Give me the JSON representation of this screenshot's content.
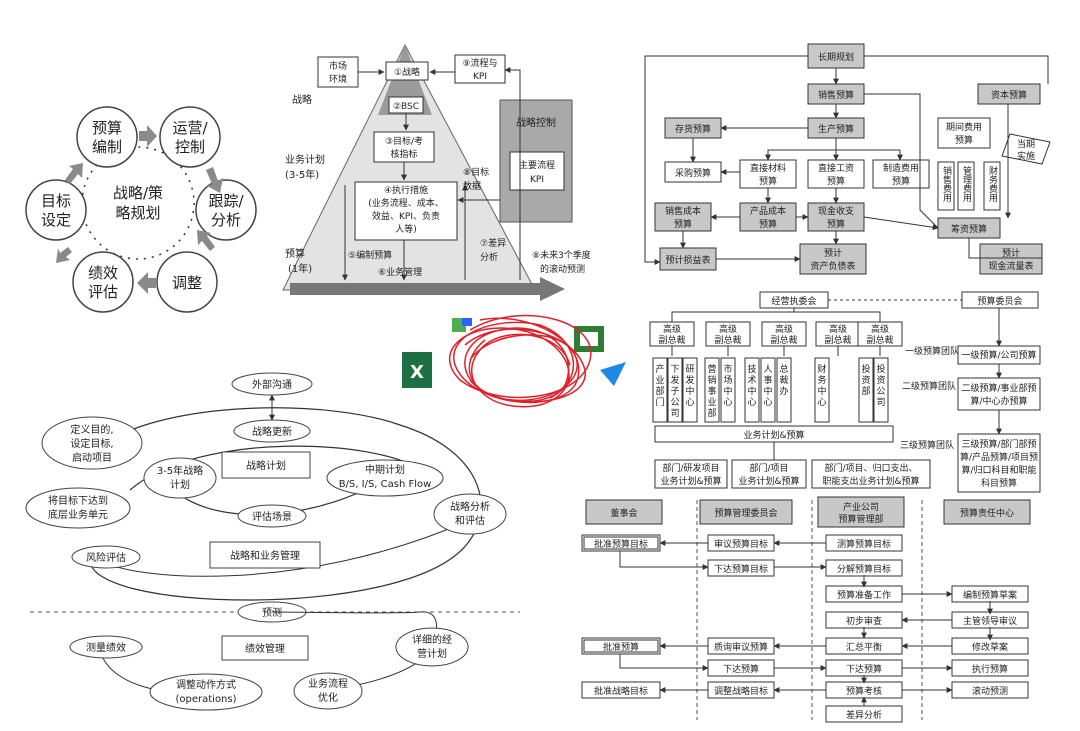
{
  "cycle": {
    "center": [
      "战略/策",
      "略规划"
    ],
    "nodes": [
      [
        "预算",
        "编制"
      ],
      [
        "运营/",
        "控制"
      ],
      [
        "跟踪/",
        "分析"
      ],
      [
        "调整"
      ],
      [
        "绩效",
        "评估"
      ],
      [
        "目标",
        "设定"
      ]
    ]
  },
  "pyramid": {
    "left_labels": {
      "strategy": "战略",
      "business_plan": "业务计划",
      "business_plan_years": "(3-5年)",
      "budget": "预算",
      "budget_years": "(1年)"
    },
    "market": [
      "市场",
      "环境"
    ],
    "process_kpi": [
      "⑨流程与",
      "KPI"
    ],
    "strategy_box": "①战略",
    "bsc": "②BSC",
    "targets": [
      "③目标/考",
      "核指标"
    ],
    "measures": [
      "④执行措施",
      "(业务流程、成本、",
      "效益、KPI、负责",
      "人等)"
    ],
    "edit_budget": "⑤编制预算",
    "business_mgmt": "⑥业务管理",
    "variance": [
      "⑦差异",
      "分析"
    ],
    "target_data": [
      "⑧目标",
      "数据"
    ],
    "rolling": [
      "⑧未来3个季度",
      "的滚动预测"
    ],
    "strategy_control": "战略控制",
    "main_process": [
      "主要流程",
      "KPI"
    ]
  },
  "budget_flow": {
    "long_term": "长期规划",
    "sales_budget": "销售预算",
    "capital_budget": "资本预算",
    "inventory_budget": "存货预算",
    "production_budget": "生产预算",
    "period_cost_budget": [
      "期间费用",
      "预算"
    ],
    "current_impl": [
      "当期",
      "实施"
    ],
    "purchase_budget": "采购预算",
    "direct_material": [
      "直接材料",
      "预算"
    ],
    "direct_labor": [
      "直接工资",
      "预算"
    ],
    "mfg_overhead": [
      "制造费用",
      "预算"
    ],
    "sales_expense": "销售费用",
    "admin_expense": "管理费用",
    "finance_expense": "财务费用",
    "sales_cost": [
      "销售成本",
      "预算"
    ],
    "product_cost": [
      "产品成本",
      "预算"
    ],
    "cash_budget": [
      "现金收支",
      "预算"
    ],
    "financing_budget": "筹资预算",
    "pl_statement": "预计损益表",
    "balance_sheet": [
      "预计",
      "资产负债表"
    ],
    "cashflow_statement": [
      "预计",
      "现金流量表"
    ]
  },
  "strategy_mgmt": {
    "external": "外部沟通",
    "strategy_update": "战略更新",
    "define_goals": [
      "定义目的,",
      "设定目标,",
      "启动项目"
    ],
    "strategic_plan_3_5": [
      "3-5年战略",
      "计划"
    ],
    "strategic_plan": "战略计划",
    "mid_plan": [
      "中期计划",
      "B/S, I/S, Cash Flow"
    ],
    "push_targets": [
      "将目标下达到",
      "底层业务单元"
    ],
    "evaluate_scenarios": "评估场景",
    "strategy_analysis": [
      "战略分析",
      "和评估"
    ],
    "risk": "风险评估",
    "strategy_business_mgmt": "战略和业务管理",
    "forecast": "预测",
    "measure_perf": "测量绩效",
    "perf_mgmt": "绩效管理",
    "detailed_plan": [
      "详细的经",
      "营计划"
    ],
    "adjust_ops": [
      "调整动作方式",
      "(operations)"
    ],
    "process_opt": [
      "业务流程",
      "优化"
    ]
  },
  "org": {
    "exec_committee": "经营执委会",
    "budget_committee": "预算委员会",
    "svp": [
      "高级",
      "副总裁"
    ],
    "level1_team": "一级预算团队",
    "level1_budget": "一级预算/公司预算",
    "level2_team": "二级预算团队",
    "level2_budget": [
      "二级预算/事业部预",
      "算/中心办预算"
    ],
    "level3_team": "三级预算团队",
    "level3_budget": [
      "三级预算/部门部预",
      "算/产品预算/项目预",
      "算/归口科目和职能",
      "科目预算"
    ],
    "depts": [
      "产业部门",
      "下发子公司",
      "研发中心",
      "营销事业部",
      "市场中心",
      "技术中心",
      "人事中心",
      "总裁办",
      "财务中心",
      "投资部",
      "投资公司"
    ],
    "plan_budget": "业务计划&预算",
    "bottom1": [
      "部门/研发项目",
      "业务计划&预算"
    ],
    "bottom2": [
      "部门/项目",
      "业务计划&预算"
    ],
    "bottom3": [
      "部门/项目、归口支出、",
      "职能支出业务计划&预算"
    ]
  },
  "swimlane": {
    "headers": [
      "董事会",
      "预算管理委员会",
      "产业公司\n预算管理部",
      "预算责任中心"
    ],
    "approve_target": "批准预算目标",
    "review_target": "审议预算目标",
    "calc_target": "测算预算目标",
    "issue_target": "下达预算目标",
    "decompose_target": "分解预算目标",
    "prep_work": "预算准备工作",
    "draft": "编制预算草案",
    "initial_review": "初步审查",
    "leader_review": "主管领导审议",
    "revise": "修改草案",
    "approve_budget": "批准预算",
    "question_review": "质询审议预算",
    "summary_balance": "汇总平衡",
    "issue_budget": "下达预算",
    "issue_budget2": "下达预算",
    "execute": "执行预算",
    "approve_strategy": "批准战略目标",
    "adjust_strategy": "调整战略目标",
    "budget_assess": "预算考核",
    "rolling": "滚动预测",
    "variance": "差异分析"
  },
  "colors": {
    "arrow_gray": "#777777",
    "box_gray": "#c8c8c8",
    "scribble_red": "#e0202a",
    "excel_green": "#1d7044"
  }
}
